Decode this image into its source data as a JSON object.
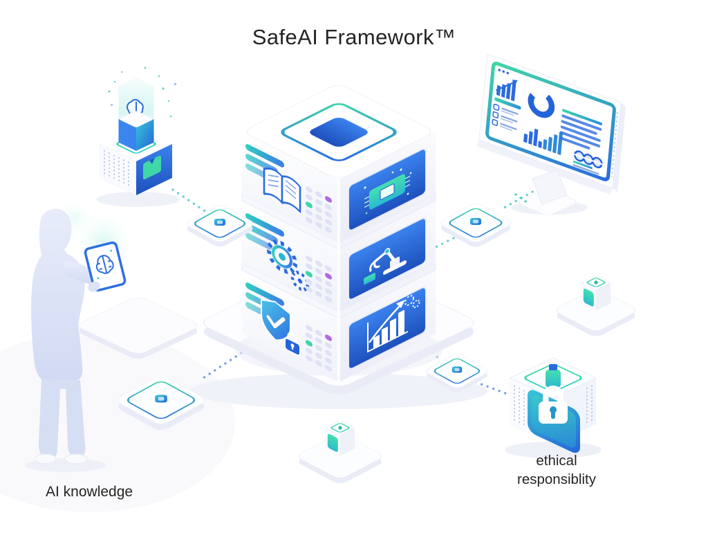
{
  "title": "SafeAI Framework™",
  "nodes": {
    "knowledge_cube": {
      "label": "AI knowledge",
      "icons": [
        "brain-hologram-icon",
        "data-cube-icon",
        "chevron-panel-icon"
      ]
    },
    "person": {
      "icons": [
        "person-silhouette",
        "tablet-icon",
        "brain-icon"
      ]
    },
    "framework_tower": {
      "top_icon": "blue-plate-icon",
      "tiers": [
        {
          "left_icon": "open-book-icon",
          "right_icon": "ai-chip-icon"
        },
        {
          "left_icon": "gears-icon",
          "right_icon": "robot-arm-icon"
        },
        {
          "left_icon": "shield-check-lock-icon",
          "right_icon": "growth-chart-icon"
        }
      ]
    },
    "analytics_monitor": {
      "icons": [
        "window-dots-icon",
        "bar-chart-arrow-icon",
        "donut-chart-icon",
        "checklist-icon",
        "bar-chart-icon",
        "text-lines-icon",
        "gear-badge-icon"
      ]
    },
    "ethical_cube": {
      "label_line1": "ethical",
      "label_line2": "responsiblity",
      "icons": [
        "padlock-icon"
      ]
    },
    "connector_tiles": {
      "icon": "chip-tile-icon",
      "count": 4
    },
    "mini_cubes": {
      "icon": "mini-cube-icon",
      "count": 2
    }
  },
  "colors": {
    "accent_blue": "#2b6be0",
    "deep_blue": "#1d50bc",
    "accent_teal": "#3fd6a8",
    "cyan": "#2bb7d0",
    "panel_blue": "#2f77e8",
    "lavender": "#dfe2f4",
    "dot_purple": "#b06ae0",
    "dot_green": "#3fd6a8",
    "connector_teal": "#6fcfd0",
    "connector_blue": "#7b9fe0",
    "text": "#252525",
    "background": "#ffffff"
  }
}
